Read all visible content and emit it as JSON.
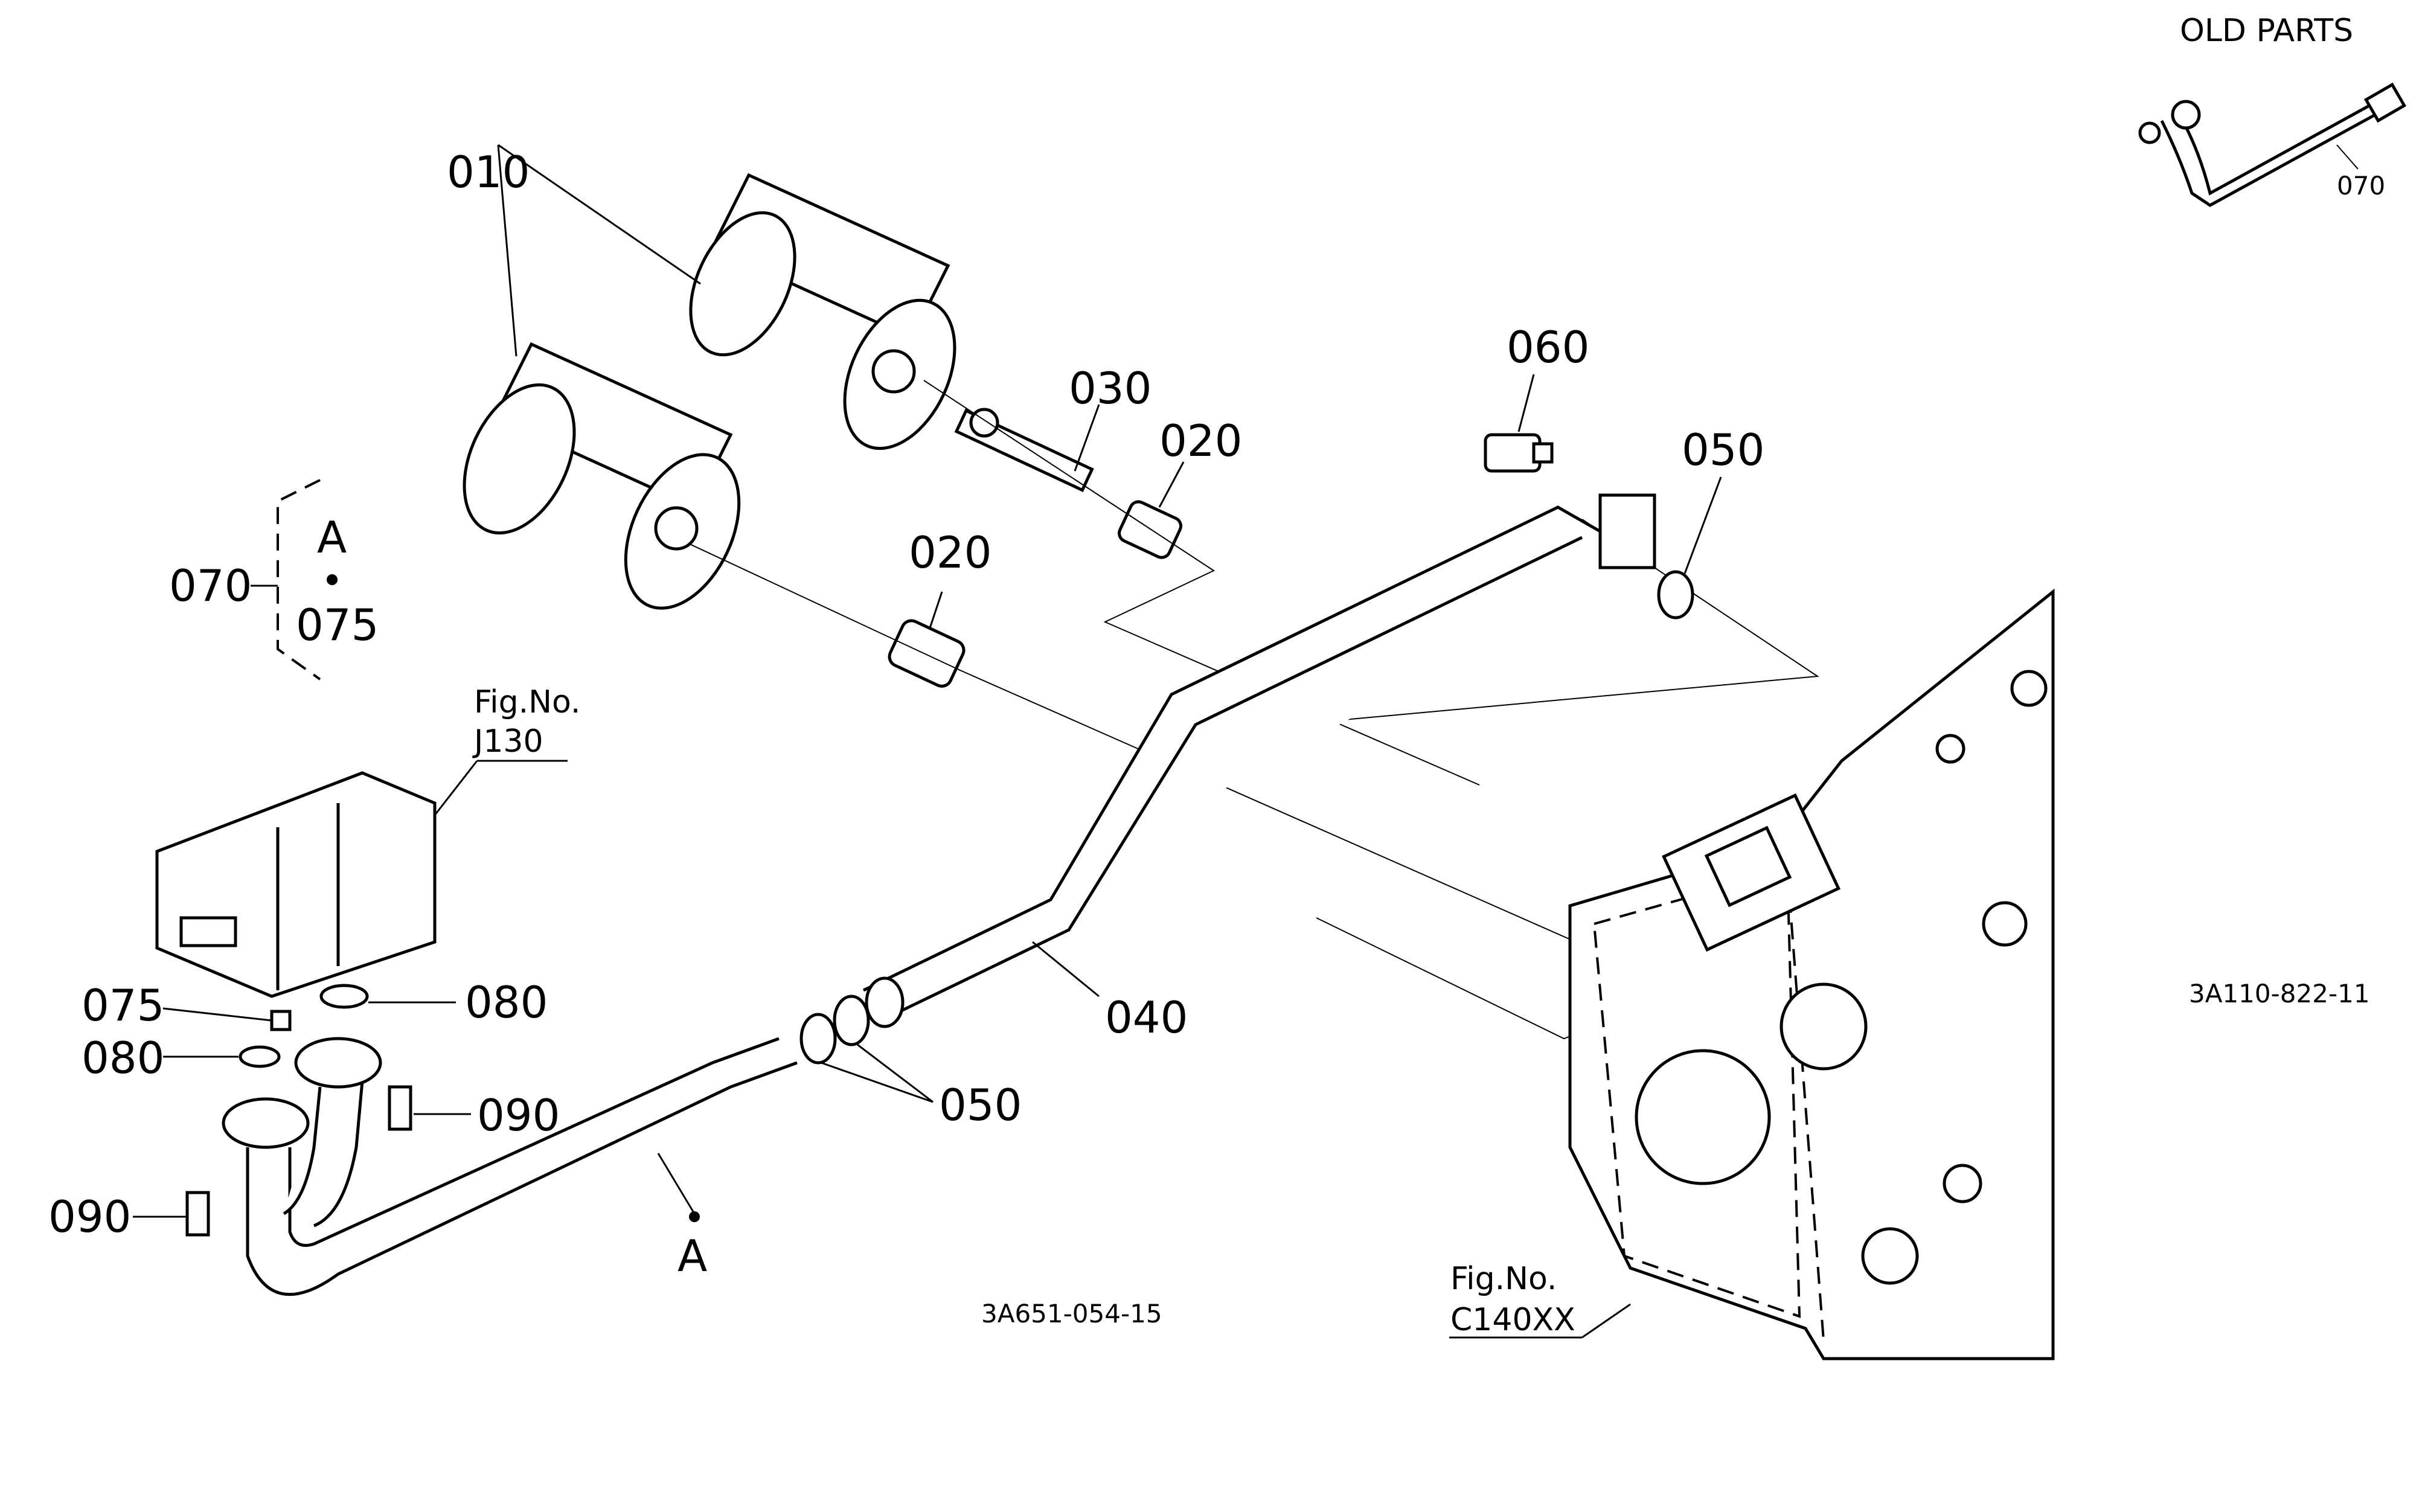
{
  "old_parts": {
    "title": "OLD PARTS",
    "label": "070"
  },
  "callouts": {
    "c010": "010",
    "c030": "030",
    "c020a": "020",
    "c020b": "020",
    "c060": "060",
    "c050a": "050",
    "c050b": "050",
    "c040": "040",
    "c070": "070",
    "cA_top": "A",
    "c075_group": "075",
    "c075": "075",
    "c080a": "080",
    "c080b": "080",
    "c090a": "090",
    "c090b": "090",
    "cA_bottom": "A"
  },
  "fig_refs": {
    "pump_fig": "Fig.No.",
    "pump_no": "J130",
    "case_fig": "Fig.No.",
    "case_no": "C140XX"
  },
  "codes": {
    "main": "3A651-054-15",
    "old": "3A110-822-11"
  }
}
